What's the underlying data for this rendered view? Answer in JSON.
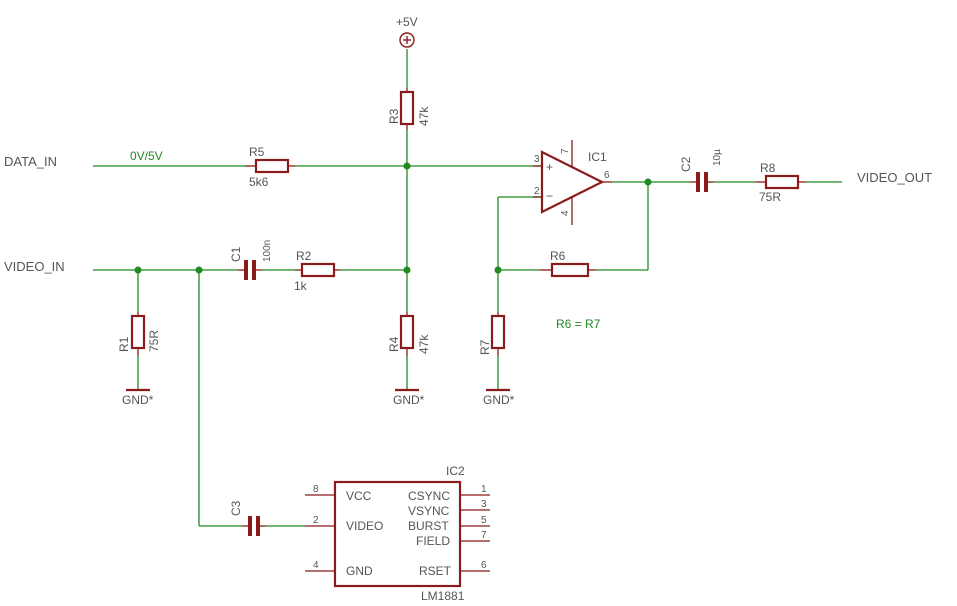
{
  "nets": {
    "data_in": "DATA_IN",
    "video_in": "VIDEO_IN",
    "video_out": "VIDEO_OUT",
    "data_in_level": "0V/5V",
    "supply": "+5V",
    "gnd1": "GND*",
    "gnd2": "GND*",
    "gnd3": "GND*"
  },
  "components": {
    "r1": {
      "name": "R1",
      "value": "75R"
    },
    "r2": {
      "name": "R2",
      "value": "1k"
    },
    "r3": {
      "name": "R3",
      "value": "47k"
    },
    "r4": {
      "name": "R4",
      "value": "47k"
    },
    "r5": {
      "name": "R5",
      "value": "5k6"
    },
    "r6": {
      "name": "R6"
    },
    "r7": {
      "name": "R7"
    },
    "r8": {
      "name": "R8",
      "value": "75R"
    },
    "c1": {
      "name": "C1",
      "value": "100n"
    },
    "c2": {
      "name": "C2",
      "value": "10µ"
    },
    "c3": {
      "name": "C3"
    },
    "ic1": {
      "name": "IC1",
      "pins": {
        "in_plus": "3",
        "in_minus": "2",
        "out": "6",
        "vcc": "7",
        "vee": "4"
      },
      "plus_sign": "+",
      "minus_sign": "−"
    },
    "ic2": {
      "name": "IC2",
      "part": "LM1881",
      "left_pins": [
        {
          "num": "8",
          "label": "VCC"
        },
        {
          "num": "2",
          "label": "VIDEO"
        },
        {
          "num": "4",
          "label": "GND"
        }
      ],
      "right_pins": [
        {
          "num": "1",
          "label": "CSYNC"
        },
        {
          "num": "3",
          "label": "VSYNC"
        },
        {
          "num": "5",
          "label": "BURST"
        },
        {
          "num": "7",
          "label": "FIELD"
        },
        {
          "num": "6",
          "label": "RSET"
        }
      ]
    }
  },
  "note": "R6 = R7",
  "colors": {
    "wire": "#1f8a1f",
    "component": "#8b1a1a",
    "label": "#555555",
    "background": "#ffffff"
  }
}
